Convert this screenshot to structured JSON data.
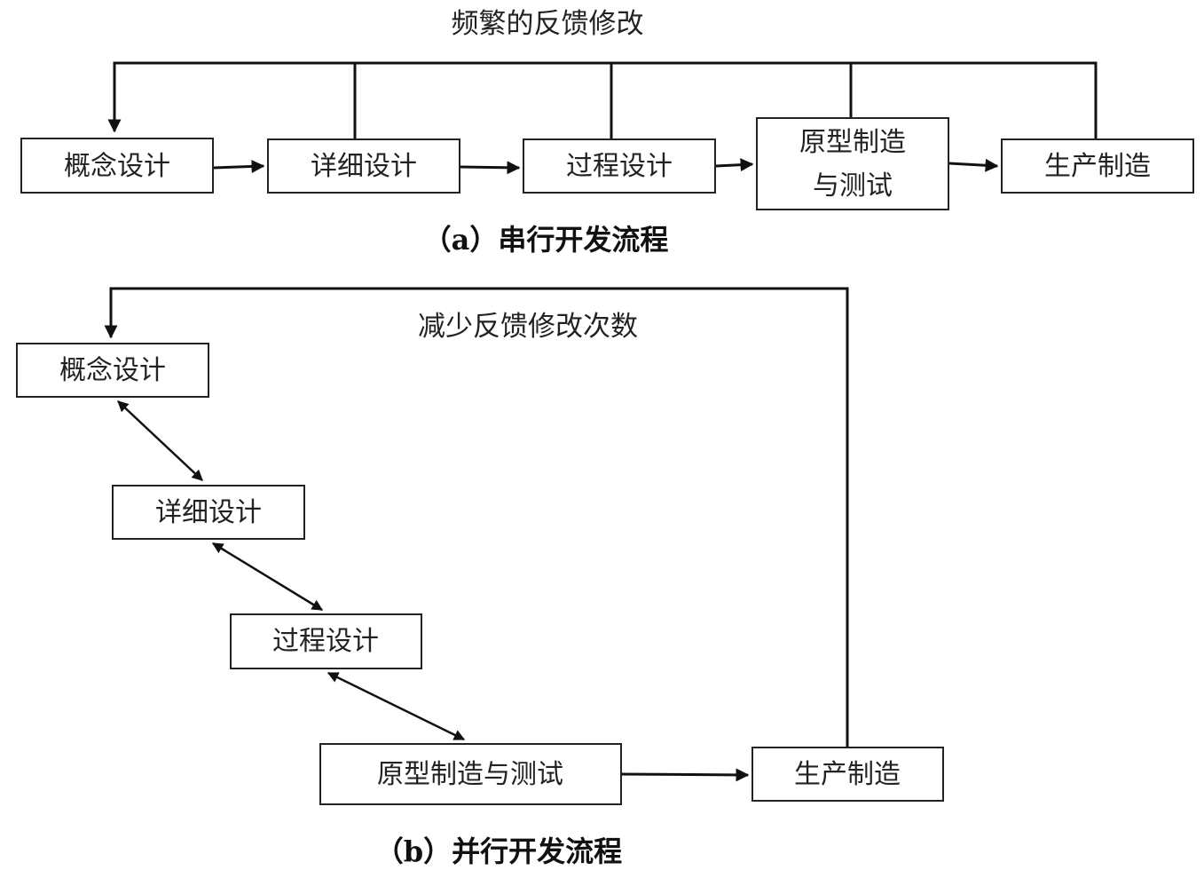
{
  "part_a": {
    "feedback_label": "频繁的反馈修改",
    "caption": "（a）串行开发流程",
    "nodes": [
      {
        "id": "concept",
        "lines": [
          "概念设计"
        ]
      },
      {
        "id": "detail",
        "lines": [
          "详细设计"
        ]
      },
      {
        "id": "process",
        "lines": [
          "过程设计"
        ]
      },
      {
        "id": "prototype",
        "lines": [
          "原型制造",
          "与测试"
        ]
      },
      {
        "id": "production",
        "lines": [
          "生产制造"
        ]
      }
    ],
    "edges": [
      {
        "from": "concept",
        "to": "detail",
        "type": "forward"
      },
      {
        "from": "detail",
        "to": "process",
        "type": "forward"
      },
      {
        "from": "process",
        "to": "prototype",
        "type": "forward"
      },
      {
        "from": "prototype",
        "to": "production",
        "type": "forward"
      },
      {
        "from": [
          "detail",
          "process",
          "prototype",
          "production"
        ],
        "to": "concept",
        "type": "feedback"
      }
    ]
  },
  "part_b": {
    "feedback_label": "减少反馈修改次数",
    "caption": "（b）并行开发流程",
    "nodes": [
      {
        "id": "concept",
        "lines": [
          "概念设计"
        ]
      },
      {
        "id": "detail",
        "lines": [
          "详细设计"
        ]
      },
      {
        "id": "process",
        "lines": [
          "过程设计"
        ]
      },
      {
        "id": "prototype",
        "lines": [
          "原型制造与测试"
        ]
      },
      {
        "id": "production",
        "lines": [
          "生产制造"
        ]
      }
    ],
    "edges": [
      {
        "from": "concept",
        "to": "detail",
        "type": "bidirectional"
      },
      {
        "from": "detail",
        "to": "process",
        "type": "bidirectional"
      },
      {
        "from": "process",
        "to": "prototype",
        "type": "bidirectional"
      },
      {
        "from": "prototype",
        "to": "production",
        "type": "forward"
      },
      {
        "from": "production",
        "to": "concept",
        "type": "feedback"
      }
    ]
  }
}
